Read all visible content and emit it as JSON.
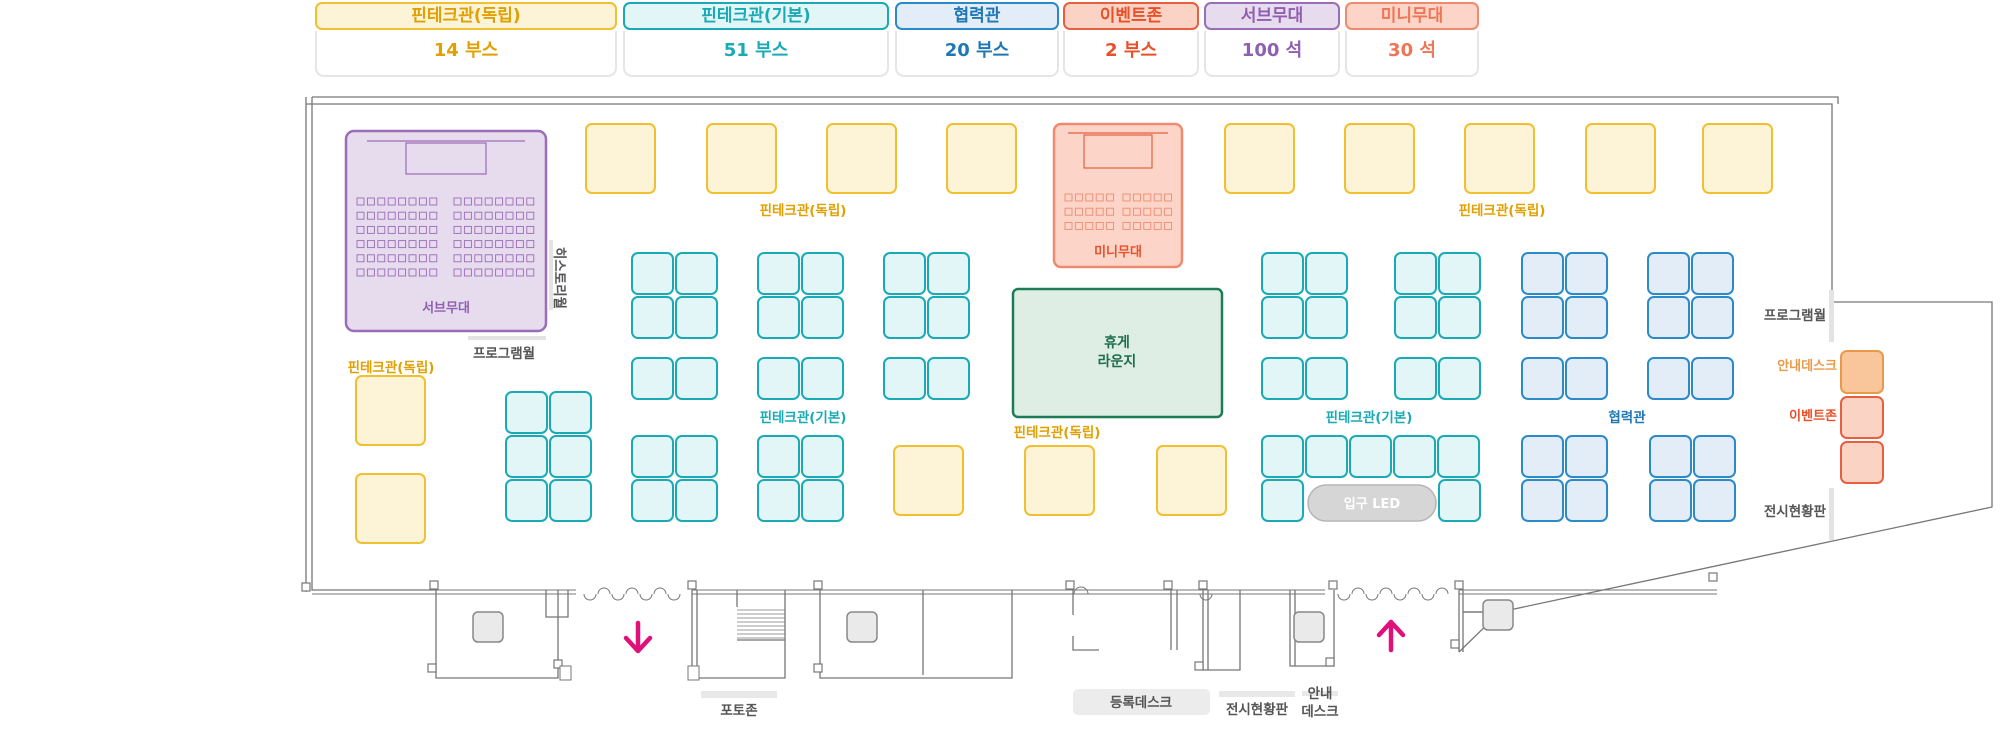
{
  "colors": {
    "fintech_independent": {
      "fill": "#fdf3d7",
      "stroke": "#f0c030",
      "text": "#e0a000"
    },
    "fintech_basic": {
      "fill": "#e2f5f7",
      "stroke": "#1aaab5",
      "text": "#1aaab5"
    },
    "cooperation": {
      "fill": "#e3edf8",
      "stroke": "#2c8ac8",
      "text": "#1f77b4"
    },
    "event_zone": {
      "fill": "#fbd3c5",
      "stroke": "#e66040",
      "text": "#e8502a"
    },
    "sub_stage": {
      "fill": "#e7dbee",
      "stroke": "#9b6cb8",
      "text": "#8f5fb0"
    },
    "mini_stage": {
      "fill": "#fcd5c8",
      "stroke": "#ef8a70",
      "text": "#ee7555"
    },
    "lounge": {
      "fill": "#deeee4",
      "stroke": "#1d7c58",
      "text": "#1d6e4f"
    },
    "info_desk": {
      "fill": "#f8c69a",
      "stroke": "#e99a48"
    },
    "arrow": "#e0107a",
    "wall": "#777777",
    "grey_label": "#555555"
  },
  "legend": [
    {
      "key": "fintech_independent",
      "label": "핀테크관(독립)",
      "count": "14 부스"
    },
    {
      "key": "fintech_basic",
      "label": "핀테크관(기본)",
      "count": "51 부스"
    },
    {
      "key": "cooperation",
      "label": "협력관",
      "count": "20 부스"
    },
    {
      "key": "event_zone",
      "label": "이벤트존",
      "count": "2 부스"
    },
    {
      "key": "sub_stage",
      "label": "서브무대",
      "count": "100 석"
    },
    {
      "key": "mini_stage",
      "label": "미니무대",
      "count": "30 석"
    }
  ],
  "labels": {
    "sub_stage": "서브무대",
    "mini_stage": "미니무대",
    "history_wall": "히스토리월",
    "program_wall_left": "프로그램월",
    "program_wall_right": "프로그램월",
    "lounge_line1": "휴게",
    "lounge_line2": "라운지",
    "entrance_led": "입구 LED",
    "info_desk_right": "안내데스크",
    "event_zone_right": "이벤트존",
    "exhibit_board_right": "전시현황판",
    "zone_independent_top_left": "핀테크관(독립)",
    "zone_independent_top_right": "핀테크관(독립)",
    "zone_independent_left": "핀테크관(독립)",
    "zone_independent_center": "핀테크관(독립)",
    "zone_basic_left": "핀테크관(기본)",
    "zone_basic_right": "핀테크관(기본)",
    "zone_cooperation": "협력관",
    "photo_zone": "포토존",
    "registration_desk": "등록데스크",
    "exhibit_board_bottom": "전시현황판",
    "info_desk_bottom_line1": "안내",
    "info_desk_bottom_line2": "데스크"
  }
}
